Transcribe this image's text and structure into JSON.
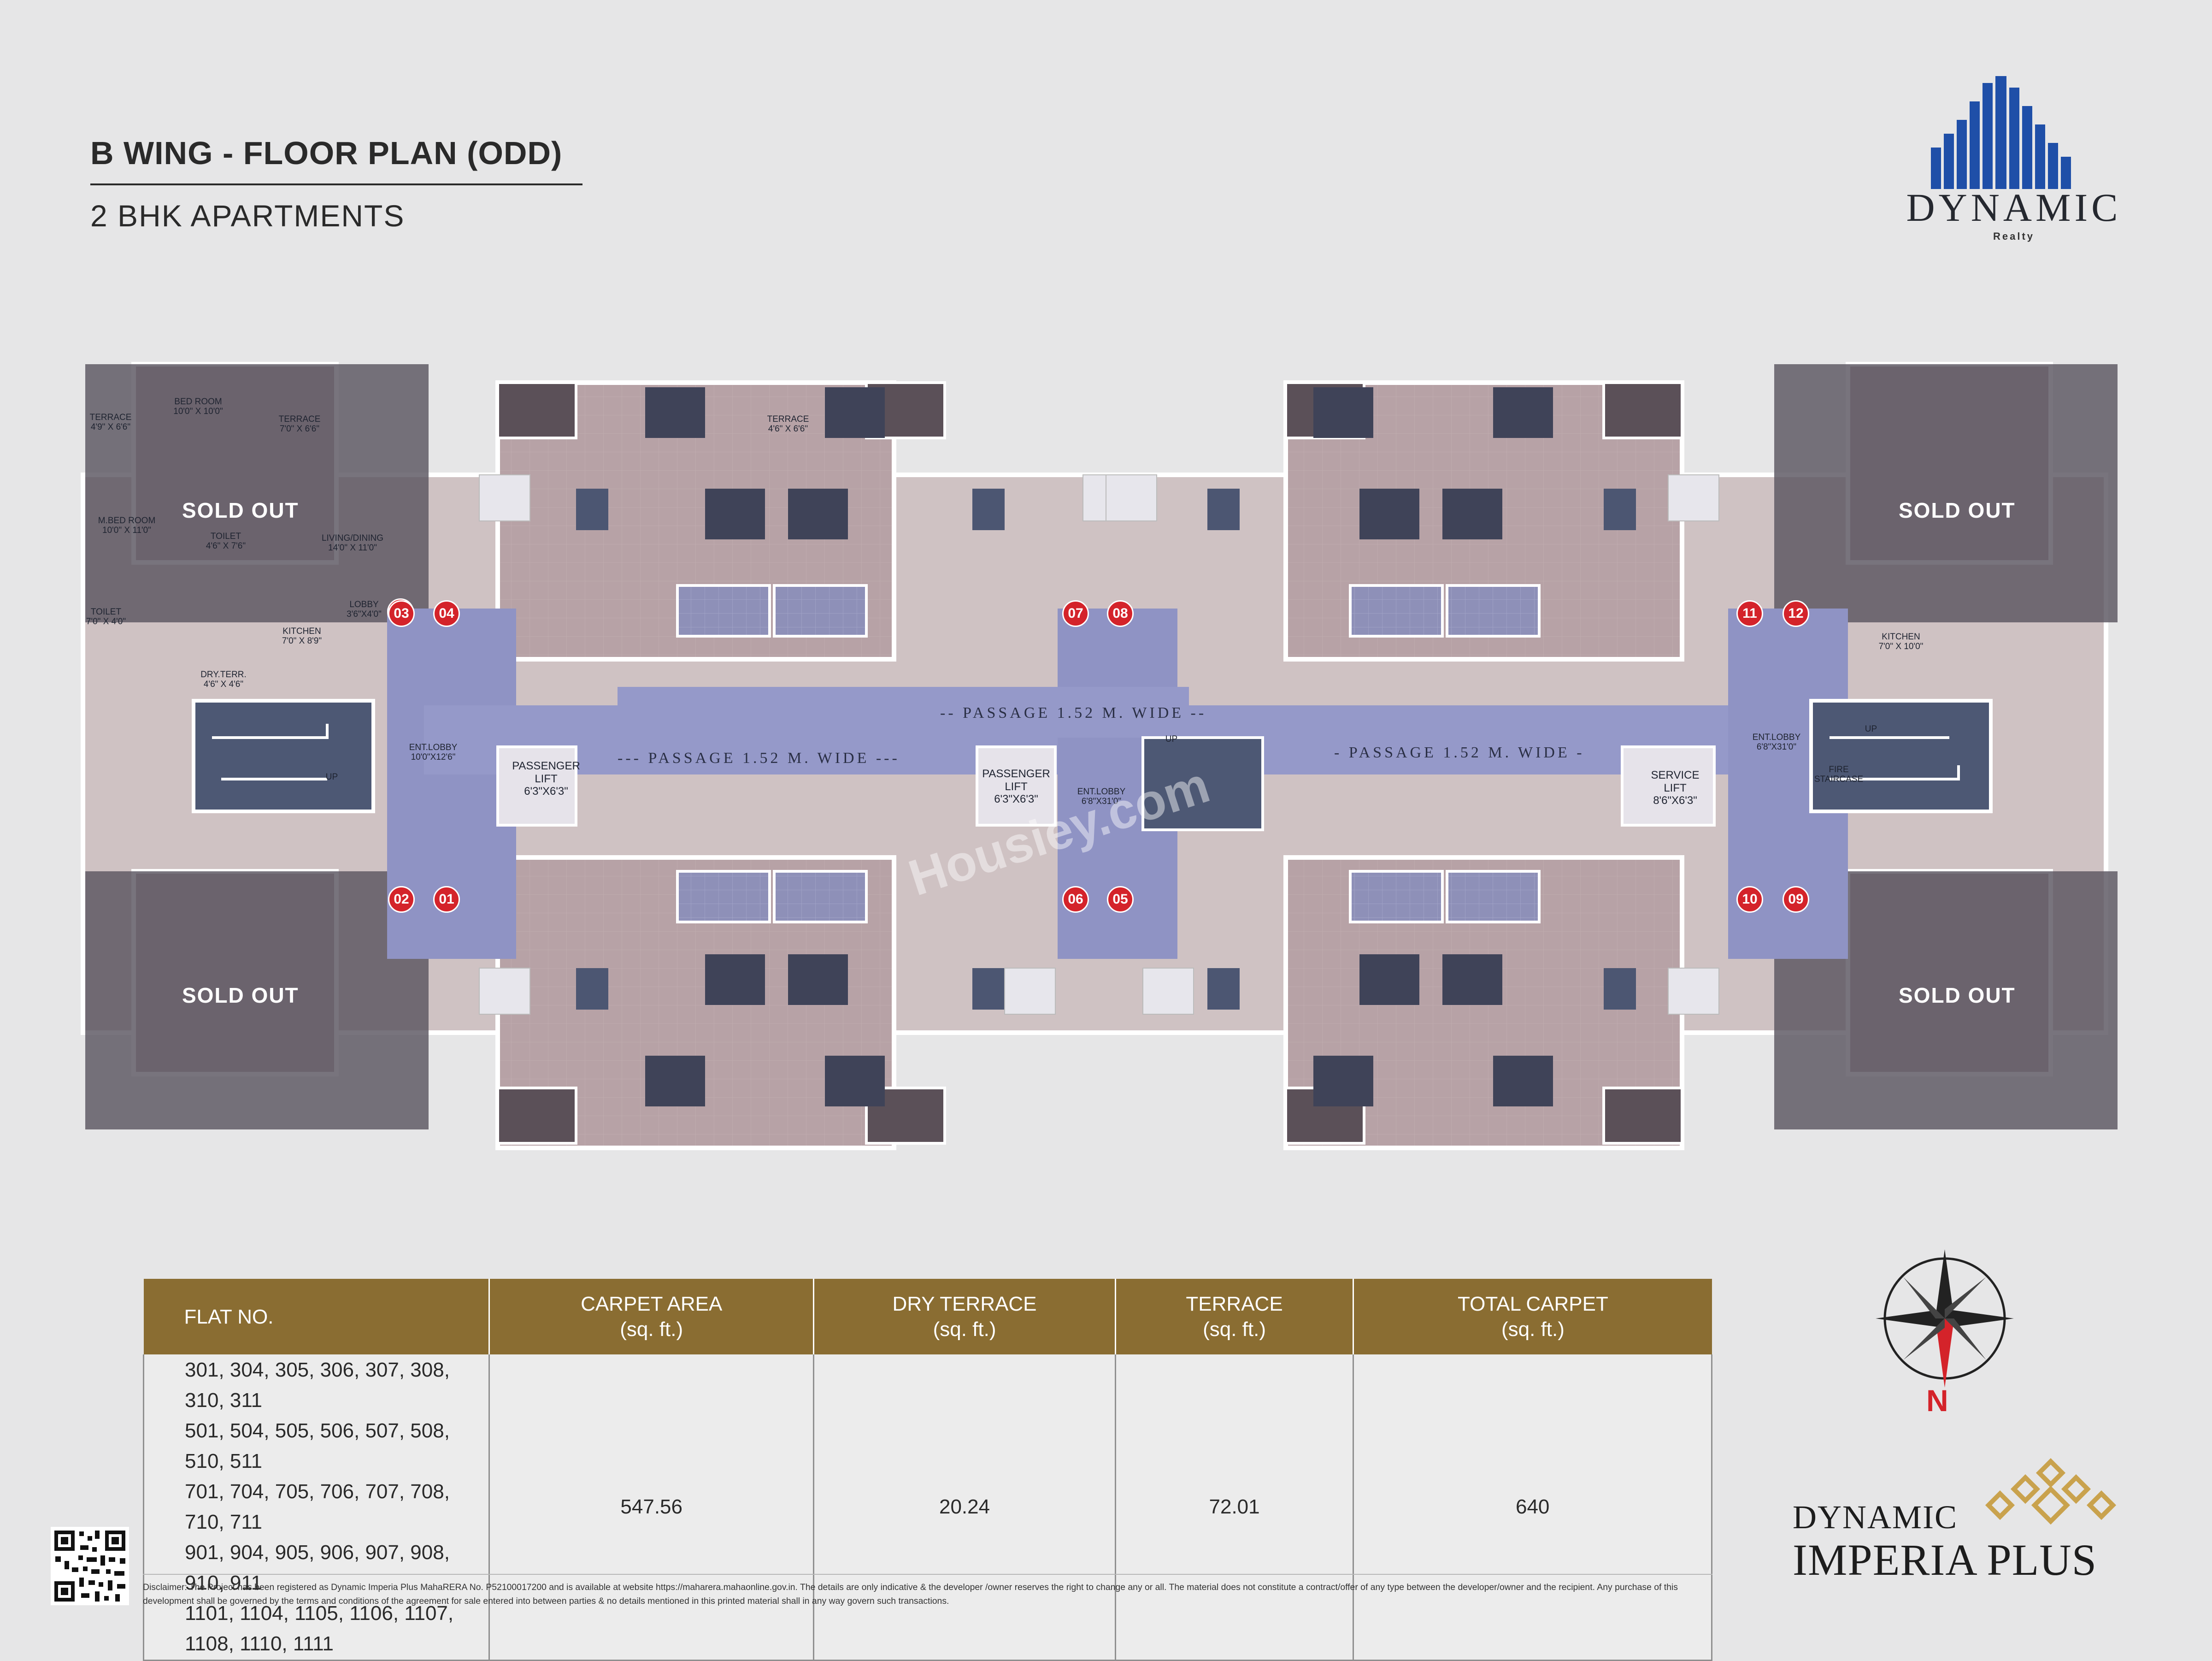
{
  "header": {
    "title": "B WING - FLOOR PLAN (ODD)",
    "subtitle": "2 BHK APARTMENTS"
  },
  "logo": {
    "name": "DYNAMIC",
    "sub": "Realty",
    "color": "#1f4fa8"
  },
  "plan": {
    "sold_out": [
      "SOLD OUT",
      "SOLD OUT",
      "SOLD OUT",
      "SOLD OUT"
    ],
    "units": [
      "01",
      "02",
      "03",
      "04",
      "05",
      "06",
      "07",
      "08",
      "09",
      "10",
      "11",
      "12"
    ],
    "passage": [
      "-- PASSAGE 1.52 M. WIDE --",
      "--- PASSAGE 1.52 M. WIDE ---",
      "- PASSAGE 1.52 M. WIDE -"
    ],
    "lifts": {
      "passenger1": [
        "PASSENGER",
        "LIFT",
        "6'3\"X6'3\""
      ],
      "passenger2": [
        "PASSENGER",
        "LIFT",
        "6'3\"X6'3\""
      ],
      "service": [
        "SERVICE",
        "LIFT",
        "8'6\"X6'3\""
      ]
    },
    "ent_lobby": {
      "left": [
        "ENT.LOBBY",
        "10'0\"X12'6\""
      ],
      "center": [
        "ENT.LOBBY",
        "6'8\"X31'0\""
      ],
      "right": [
        "ENT.LOBBY",
        "6'8\"X31'0\""
      ]
    },
    "fire_staircase": [
      "FIRE",
      "STAIRCASE"
    ],
    "up": "UP",
    "rooms": {
      "bed_room": [
        "BED ROOM",
        "10'0\" X 10'0\""
      ],
      "m_bed_room": [
        "M.BED ROOM",
        "10'0\" X 11'0\""
      ],
      "living": [
        "LIVING/DINING",
        "14'0\" X 11'0\""
      ],
      "kitchen": [
        "KITCHEN",
        "7'0\" X 8'9\""
      ],
      "kitchen_b": [
        "KITCHEN",
        "7'0\" X 10'0\""
      ],
      "toilet": [
        "TOILET",
        "4'6\" X 7'6\""
      ],
      "toilet_b": [
        "TOILET",
        "7'0\" X 4'0\""
      ],
      "terrace_a": [
        "TERRACE",
        "7'0\" X 6'6\""
      ],
      "terrace_b": [
        "TERRACE",
        "4'6\" X 6'6\""
      ],
      "terrace_c": [
        "TERRACE",
        "4'9\" X 6'6\""
      ],
      "dry_terr": [
        "DRY.TERR.",
        "4'6\" X 4'6\""
      ],
      "lobby": [
        "LOBBY",
        "3'6\"X4'0\""
      ]
    },
    "watermark": "Housiey.com"
  },
  "table": {
    "headers": [
      {
        "line1": "FLAT NO.",
        "line2": ""
      },
      {
        "line1": "CARPET AREA",
        "line2": "(sq. ft.)"
      },
      {
        "line1": "DRY TERRACE",
        "line2": "(sq. ft.)"
      },
      {
        "line1": "TERRACE",
        "line2": "(sq. ft.)"
      },
      {
        "line1": "TOTAL CARPET",
        "line2": "(sq. ft.)"
      }
    ],
    "flat_rows": [
      "301, 304, 305, 306, 307, 308, 310, 311",
      "501, 504, 505, 506, 507, 508, 510, 511",
      "701, 704, 705, 706, 707, 708, 710, 711",
      "901, 904, 905, 906, 907, 908, 910, 911",
      "1101, 1104, 1105, 1106, 1107, 1108, 1110, 1111"
    ],
    "carpet_area": "547.56",
    "dry_terrace": "20.24",
    "terrace": "72.01",
    "total_carpet": "640",
    "header_color": "#8a6d32"
  },
  "compass": {
    "north": "N"
  },
  "brand": {
    "line1": "DYNAMIC",
    "line2": "IMPERIA PLUS"
  },
  "disclaimer": "Disclaimer: The Project has been registered as Dynamic Imperia Plus MahaRERA No. P52100017200 and is available at website https://maharera.mahaonline.gov.in. The details are only indicative & the developer /owner reserves the right to change any or all. The material does not constitute a contract/offer of any type between the developer/owner and the recipient. Any purchase of this development shall be governed by the terms and conditions of the agreement for sale entered into between parties & no details mentioned in this printed material shall in any way govern such transactions."
}
